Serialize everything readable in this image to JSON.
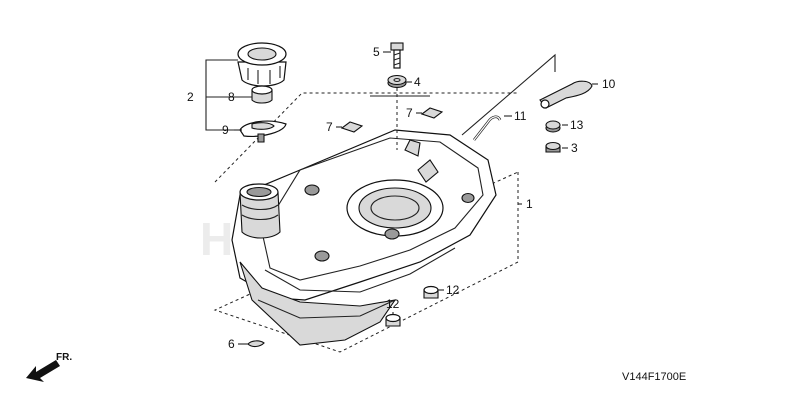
{
  "diagram": {
    "watermark": "HONDA",
    "code": "V144F1700E",
    "direction_label": "FR.",
    "callouts": {
      "c1": "1",
      "c2": "2",
      "c3": "3",
      "c4": "4",
      "c5": "5",
      "c6": "6",
      "c7a": "7",
      "c7b": "7",
      "c8": "8",
      "c9": "9",
      "c10": "10",
      "c11": "11",
      "c12a": "12",
      "c12b": "12",
      "c13": "13"
    }
  }
}
